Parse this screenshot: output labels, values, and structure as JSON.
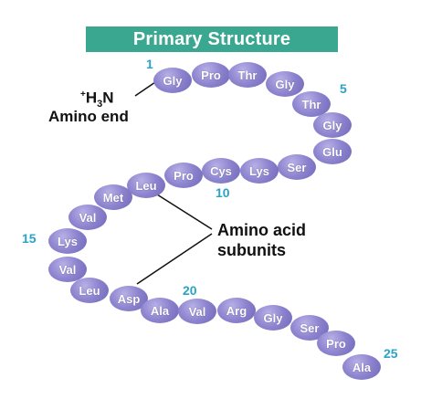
{
  "title": "Primary Structure",
  "amino_end": {
    "formula_charge": "+",
    "formula_h": "H",
    "formula_sub": "3",
    "formula_n": "N",
    "label": "Amino end"
  },
  "subunits_label": {
    "line1": "Amino acid",
    "line2": "subunits"
  },
  "residues": [
    "Gly",
    "Pro",
    "Thr",
    "Gly",
    "Thr",
    "Gly",
    "Glu",
    "Ser",
    "Lys",
    "Cys",
    "Pro",
    "Leu",
    "Met",
    "Val",
    "Lys",
    "Val",
    "Leu",
    "Asp",
    "Ala",
    "Val",
    "Arg",
    "Gly",
    "Ser",
    "Pro",
    "Ala"
  ],
  "position_numbers": [
    "1",
    "5",
    "10",
    "15",
    "20",
    "25"
  ],
  "colors": {
    "banner": "#3aa790",
    "bead": "#8d84cf",
    "number": "#2aa3c6",
    "text": "#111111"
  }
}
